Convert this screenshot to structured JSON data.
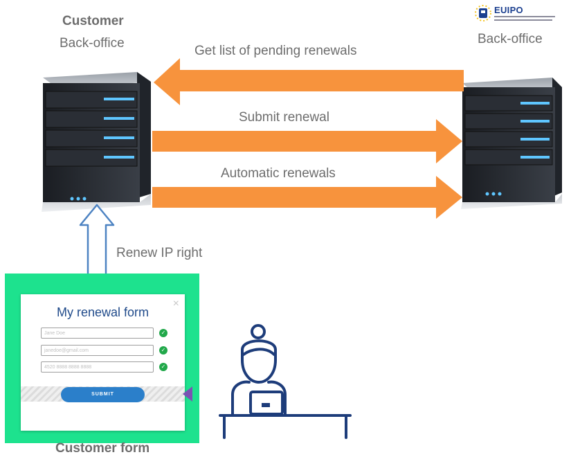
{
  "customer": {
    "title": "Customer",
    "subtitle": "Back-office"
  },
  "euipo": {
    "logo_text": "EUIPO",
    "subtitle": "Back-office"
  },
  "arrows": {
    "get_list": "Get list of pending renewals",
    "submit": "Submit renewal",
    "automatic": "Automatic renewals",
    "renew_ip": "Renew IP right"
  },
  "form": {
    "title": "My renewal form",
    "close": "×",
    "fields": [
      {
        "value": "Jane Doe"
      },
      {
        "value": "janedoe@gmail.com"
      },
      {
        "value": "4520 8888 8888 8888"
      }
    ],
    "submit_label": "SUBMIT"
  },
  "caption": "Customer form",
  "colors": {
    "arrow_orange": "#f7933d",
    "panel_green": "#1de28e",
    "form_blue": "#1f4a8a",
    "submit_blue": "#2b7fca",
    "user_navy": "#1d3c7a",
    "check_green": "#21a84a"
  }
}
